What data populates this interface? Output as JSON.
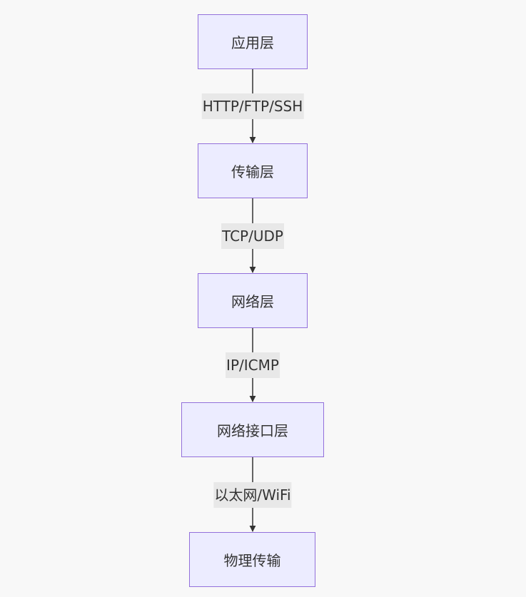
{
  "layers": [
    {
      "label": "应用层"
    },
    {
      "label": "传输层"
    },
    {
      "label": "网络层"
    },
    {
      "label": "网络接口层"
    },
    {
      "label": "物理传输"
    }
  ],
  "edges": [
    {
      "label": "HTTP/FTP/SSH"
    },
    {
      "label": "TCP/UDP"
    },
    {
      "label": "IP/ICMP"
    },
    {
      "label": "以太网/WiFi"
    }
  ],
  "colors": {
    "node_fill": "#ececff",
    "node_stroke": "#9370db",
    "edge": "#333333",
    "label_bg": "#e8e8e8",
    "background": "#f8f8f8"
  }
}
